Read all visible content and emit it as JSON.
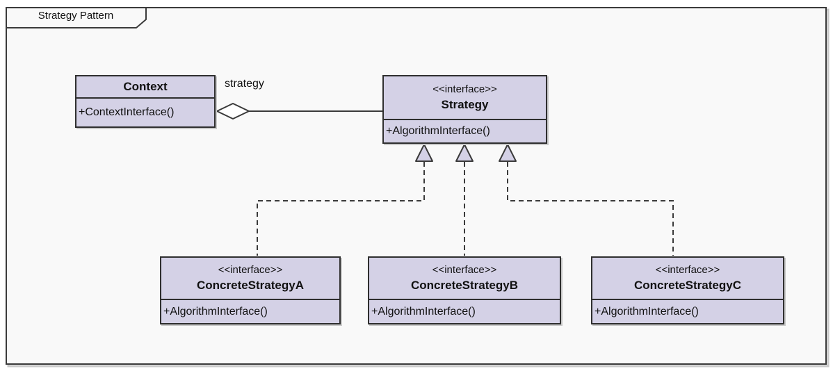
{
  "frame": {
    "label": "Strategy Pattern"
  },
  "association": {
    "label": "strategy",
    "type": "aggregation"
  },
  "classes": {
    "context": {
      "name": "Context",
      "operation": "+ContextInterface()"
    },
    "strategy": {
      "stereotype": "<<interface>>",
      "name": "Strategy",
      "operation": "+AlgorithmInterface()"
    },
    "concrete_a": {
      "stereotype": "<<interface>>",
      "name": "ConcreteStrategyA",
      "operation": "+AlgorithmInterface()"
    },
    "concrete_b": {
      "stereotype": "<<interface>>",
      "name": "ConcreteStrategyB",
      "operation": "+AlgorithmInterface()"
    },
    "concrete_c": {
      "stereotype": "<<interface>>",
      "name": "ConcreteStrategyC",
      "operation": "+AlgorithmInterface()"
    }
  },
  "colors": {
    "box_fill": "#d4d1e6",
    "box_border": "#2f2f2f",
    "line": "#3a3a3a",
    "frame_background": "#f9f9f9",
    "shadow": "#c9c9c9"
  }
}
